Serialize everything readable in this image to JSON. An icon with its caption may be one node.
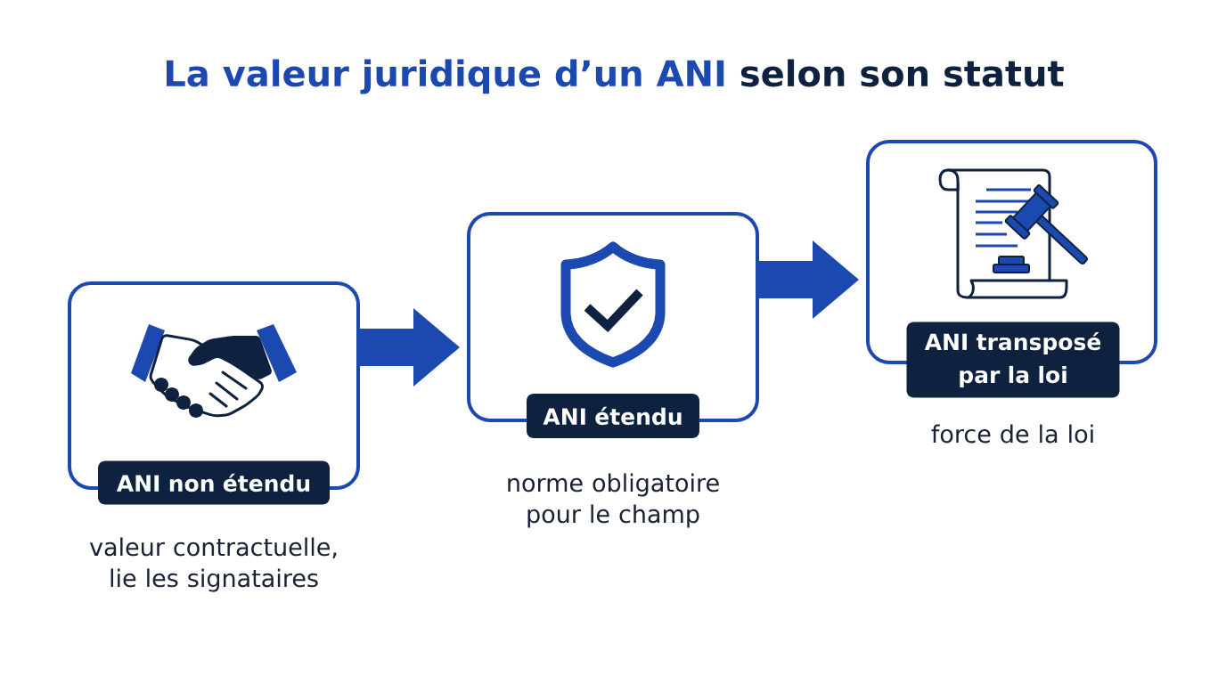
{
  "diagram": {
    "title": "**La valeur juridique d’un ANI** selon son statut",
    "nodes": [
      {
        "text": [
          "ANI non étendu"
        ],
        "beside": [
          "valeur contractuelle, lie les signataires"
        ]
      },
      {
        "text": [
          "ANI étendu"
        ],
        "beside": [
          "norme obligatoire pour le champ"
        ]
      },
      {
        "text": [
          "ANI transposé par la loi"
        ],
        "beside": [
          "force de la loi"
        ]
      }
    ],
    "edges": [
      {
        "from": 0,
        "to": 1,
        "arrow": "to"
      },
      {
        "from": 1,
        "to": 2,
        "arrow": "to"
      }
    ]
  }
}
